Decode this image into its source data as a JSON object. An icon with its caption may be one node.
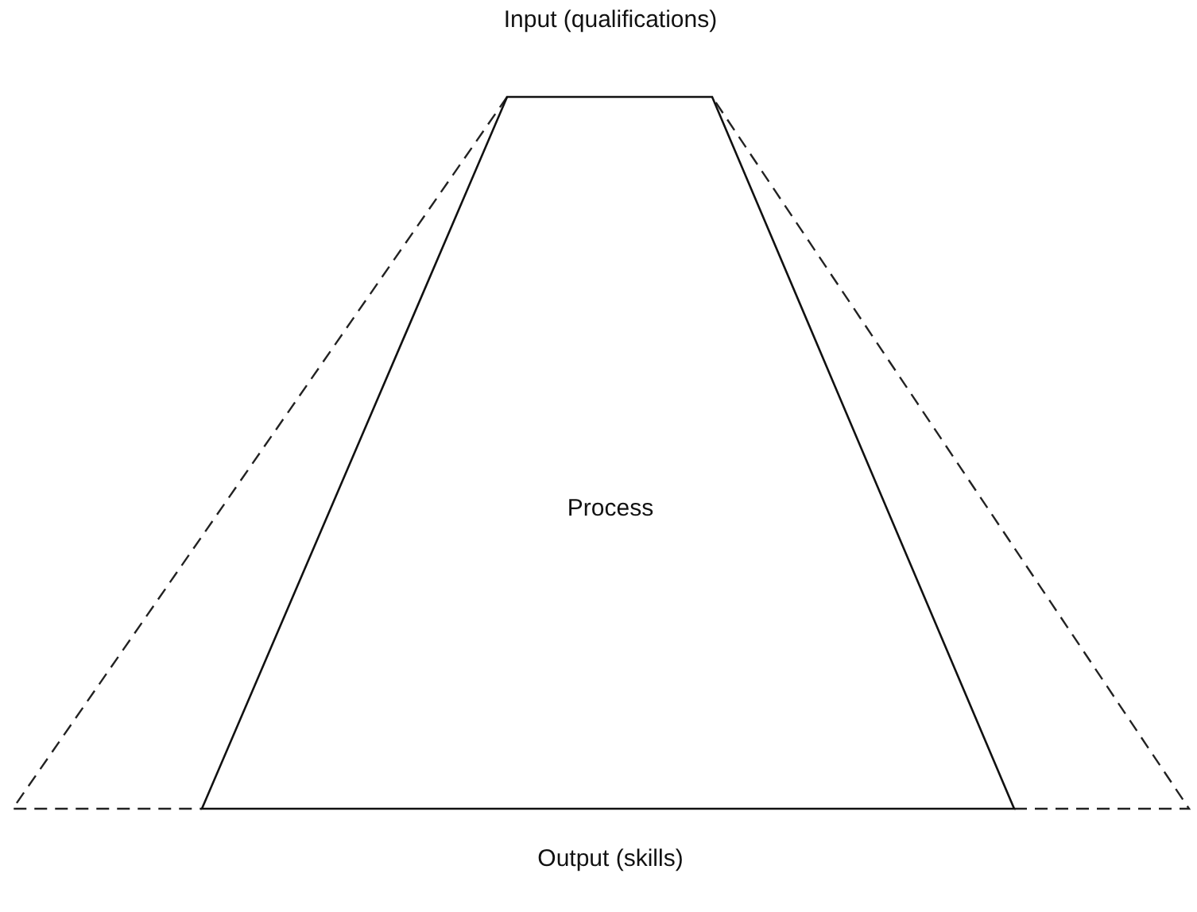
{
  "diagram": {
    "nodes": [
      {
        "text": [
          "Process"
        ]
      }
    ],
    "labels": [
      "Input (qualifications)",
      "Output (skills)"
    ]
  }
}
